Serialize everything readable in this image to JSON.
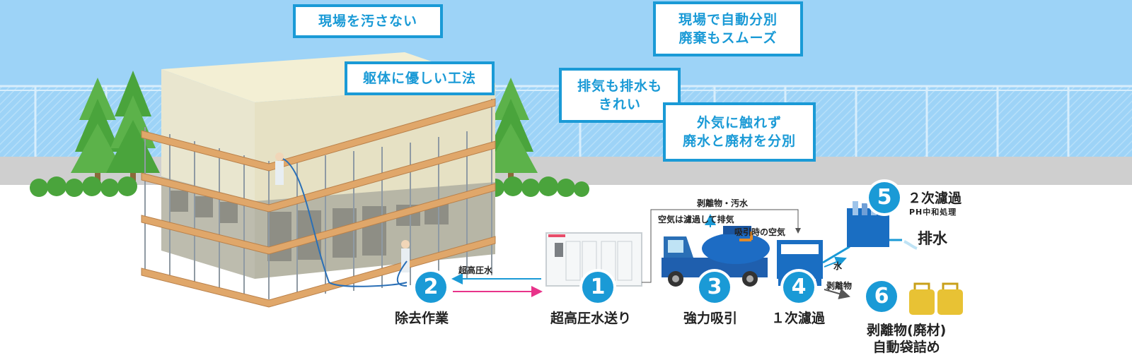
{
  "callouts": {
    "no_dirt": "現場を汚さない",
    "gentle": "躯体に優しい工法",
    "auto_sort": "現場で自動分別\n廃棄もスムーズ",
    "clean_exhaust": "排気も排水も\nきれい",
    "separate": "外気に触れず\n廃水と廃材を分別"
  },
  "steps": [
    {
      "num": "1",
      "label": "超高圧水送り"
    },
    {
      "num": "2",
      "label": "除去作業"
    },
    {
      "num": "3",
      "label": "強力吸引"
    },
    {
      "num": "4",
      "label": "１次濾過"
    },
    {
      "num": "5",
      "label": "２次濾過",
      "sub": "PH中和処理"
    },
    {
      "num": "6",
      "label": "剥離物(廃材)\n自動袋詰め"
    }
  ],
  "annotations": {
    "high_pressure_water": "超高圧水",
    "debris_wastewater": "剥離物・汚水",
    "air_filtered": "空気は濾過して排気",
    "suction_air": "吸引時の空気",
    "water": "水",
    "debris": "剥離物",
    "drainage": "排水"
  },
  "colors": {
    "accent": "#1a9ad6",
    "sky": "#9dd3f7",
    "ground": "#cfcfcf",
    "scaffold": "#e0a76a",
    "pink_arrow": "#e8338a"
  }
}
